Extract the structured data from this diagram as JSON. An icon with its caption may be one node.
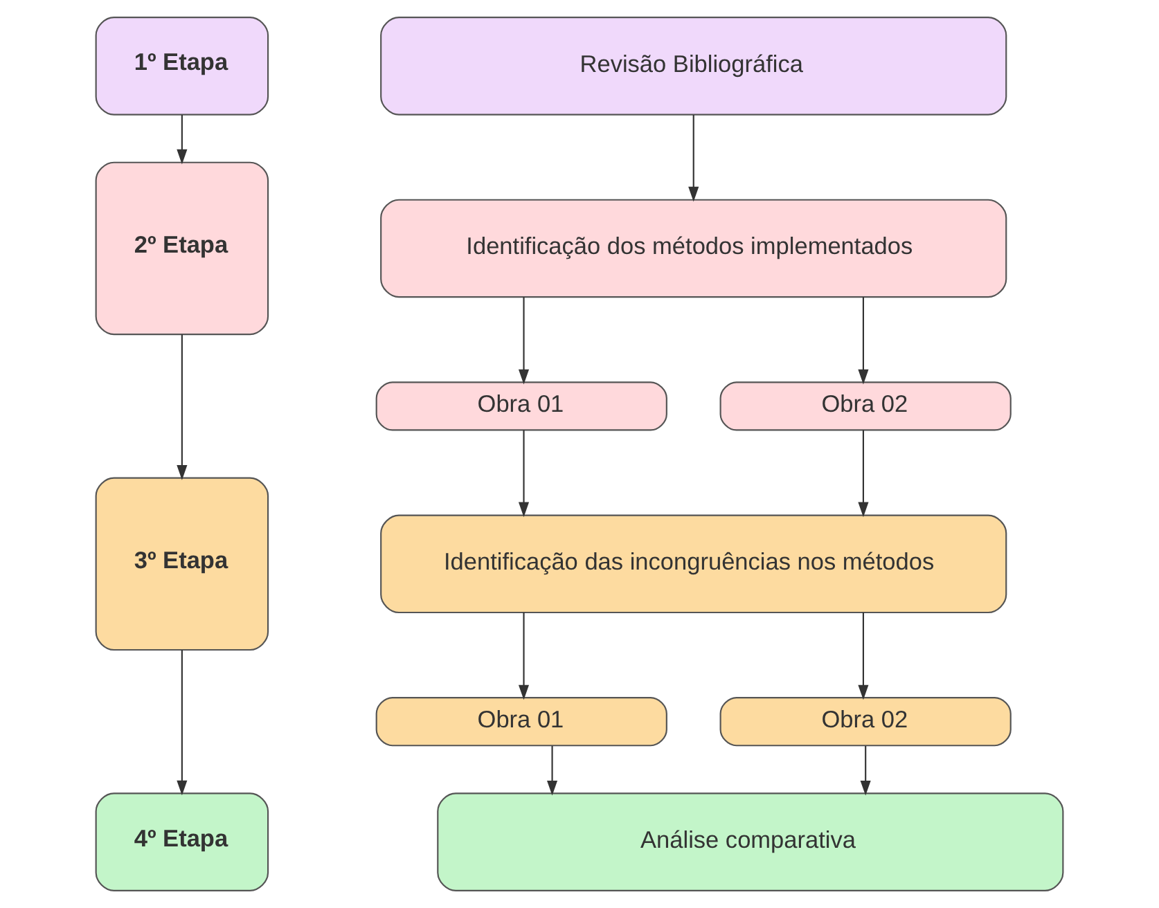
{
  "diagram": {
    "nodes": [
      {
        "text": [
          "1º Etapa"
        ]
      },
      {
        "text": [
          "Revisão Bibliográfica"
        ]
      },
      {
        "text": [
          "2º Etapa"
        ]
      },
      {
        "text": [
          "Identificação dos métodos implementados"
        ]
      },
      {
        "text": [
          "Obra 01"
        ]
      },
      {
        "text": [
          "Obra 02"
        ]
      },
      {
        "text": [
          "3º Etapa"
        ]
      },
      {
        "text": [
          "Identificação das incongruências nos métodos"
        ]
      },
      {
        "text": [
          "Obra 01"
        ]
      },
      {
        "text": [
          "Obra 02"
        ]
      },
      {
        "text": [
          "4º Etapa"
        ]
      },
      {
        "text": [
          "Análise comparativa"
        ]
      }
    ],
    "edges": [
      {
        "from": 0,
        "to": 2,
        "arrow": "to"
      },
      {
        "from": 2,
        "to": 6,
        "arrow": "to"
      },
      {
        "from": 6,
        "to": 10,
        "arrow": "to"
      },
      {
        "from": 1,
        "to": 3,
        "arrow": "to"
      },
      {
        "from": 3,
        "to": 4,
        "arrow": "to"
      },
      {
        "from": 3,
        "to": 5,
        "arrow": "to"
      },
      {
        "from": 4,
        "to": 7,
        "arrow": "to"
      },
      {
        "from": 5,
        "to": 7,
        "arrow": "to"
      },
      {
        "from": 7,
        "to": 8,
        "arrow": "to"
      },
      {
        "from": 7,
        "to": 9,
        "arrow": "to"
      },
      {
        "from": 8,
        "to": 11,
        "arrow": "to"
      },
      {
        "from": 9,
        "to": 11,
        "arrow": "to"
      }
    ]
  }
}
